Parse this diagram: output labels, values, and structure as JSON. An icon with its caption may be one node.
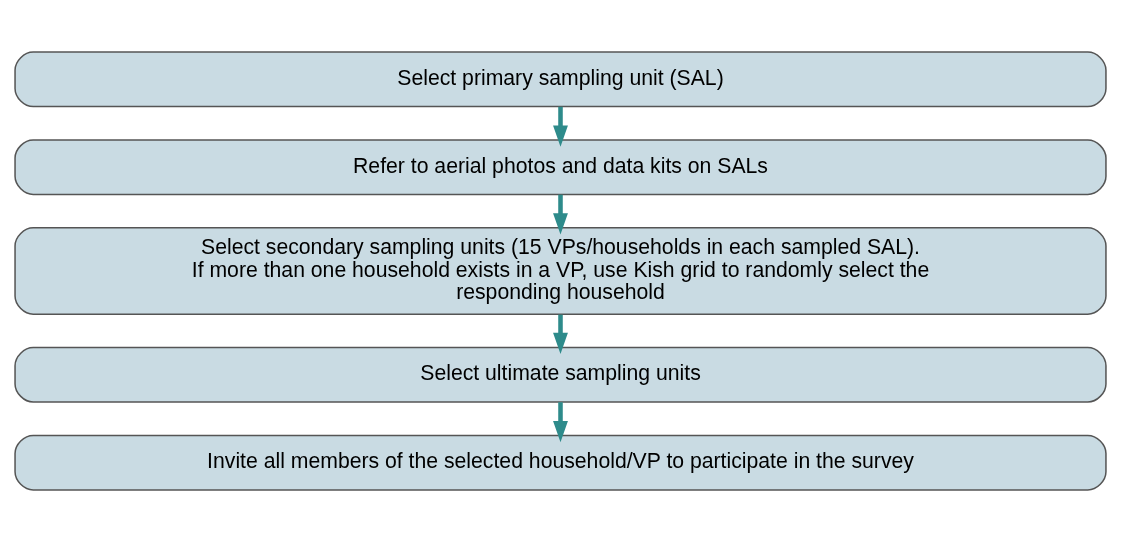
{
  "diagram": {
    "nodes": [
      {
        "text": [
          "Select primary sampling unit (SAL)"
        ]
      },
      {
        "text": [
          "Refer to aerial photos and data kits on SALs"
        ]
      },
      {
        "text": [
          "Select secondary sampling units (15 VPs/households in each sampled SAL).",
          "If more than one household exists in a VP, use Kish grid to randomly select the responding household"
        ]
      },
      {
        "text": [
          "Select ultimate sampling units"
        ]
      },
      {
        "text": [
          "Invite all members of the selected household/VP to participate in the survey"
        ]
      }
    ],
    "edges": [
      {
        "from": 0,
        "to": 1,
        "arrow": "to"
      },
      {
        "from": 1,
        "to": 2,
        "arrow": "to"
      },
      {
        "from": 2,
        "to": 3,
        "arrow": "to"
      },
      {
        "from": 3,
        "to": 4,
        "arrow": "to"
      }
    ]
  }
}
